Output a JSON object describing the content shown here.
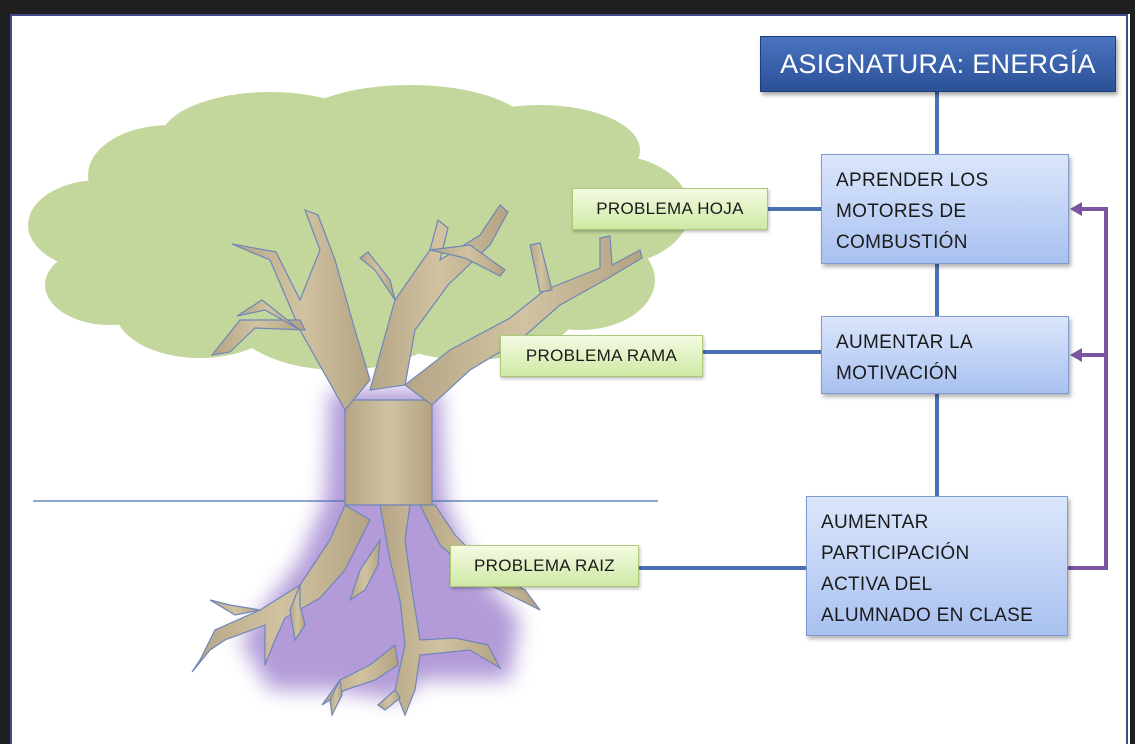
{
  "title": "ASIGNATURA: ENERGÍA",
  "steps": [
    {
      "lines": [
        "APRENDER LOS",
        "MOTORES DE",
        "COMBUSTIÓN"
      ]
    },
    {
      "lines": [
        "AUMENTAR LA",
        "MOTIVACIÓN"
      ]
    },
    {
      "lines": [
        "AUMENTAR",
        "PARTICIPACIÓN",
        "ACTIVA DEL",
        "ALUMNADO EN CLASE"
      ]
    }
  ],
  "labels": {
    "hoja": "PROBLEMA HOJA",
    "rama": "PROBLEMA RAMA",
    "raiz": "PROBLEMA RAIZ"
  },
  "colors": {
    "connector": "#4a72b0",
    "feedback_arrow": "#7a55a0",
    "foliage": "#c3d69b",
    "trunk": "#c4b596",
    "root_glow": "#a58ad2"
  }
}
